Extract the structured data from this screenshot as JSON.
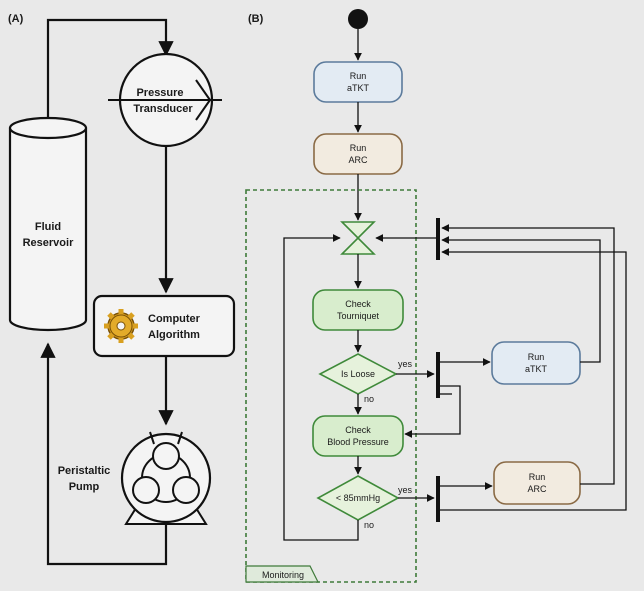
{
  "panel_a": {
    "label": "(A)",
    "reservoir_line1": "Fluid",
    "reservoir_line2": "Reservoir",
    "transducer_line1": "Pressure",
    "transducer_line2": "Transducer",
    "algorithm_line1": "Computer",
    "algorithm_line2": "Algorithm",
    "pump_line1": "Peristaltic",
    "pump_line2": "Pump"
  },
  "panel_b": {
    "label": "(B)",
    "run_atkt_top": [
      "Run",
      "aTKT"
    ],
    "run_arc_top": [
      "Run",
      "ARC"
    ],
    "check_tourniquet": [
      "Check",
      "Tourniquet"
    ],
    "is_loose": "Is Loose",
    "is_loose_yes": "yes",
    "is_loose_no": "no",
    "check_bp": [
      "Check",
      "Blood Pressure"
    ],
    "lt_85": "< 85mmHg",
    "lt_85_yes": "yes",
    "lt_85_no": "no",
    "run_atkt_right": [
      "Run",
      "aTKT"
    ],
    "run_arc_right": [
      "Run",
      "ARC"
    ],
    "monitoring": "Monitoring"
  },
  "colors": {
    "atkt_fill": "#e3ebf3",
    "atkt_stroke": "#5c7b9c",
    "arc_fill": "#f2ebe0",
    "arc_stroke": "#8a6a45",
    "green_fill": "#d8edcd",
    "green_stroke": "#3f8a3a",
    "diamond_fill": "#e6f2dc",
    "monitor_dash": "#3f7a3a",
    "gear": "#d9a020"
  }
}
